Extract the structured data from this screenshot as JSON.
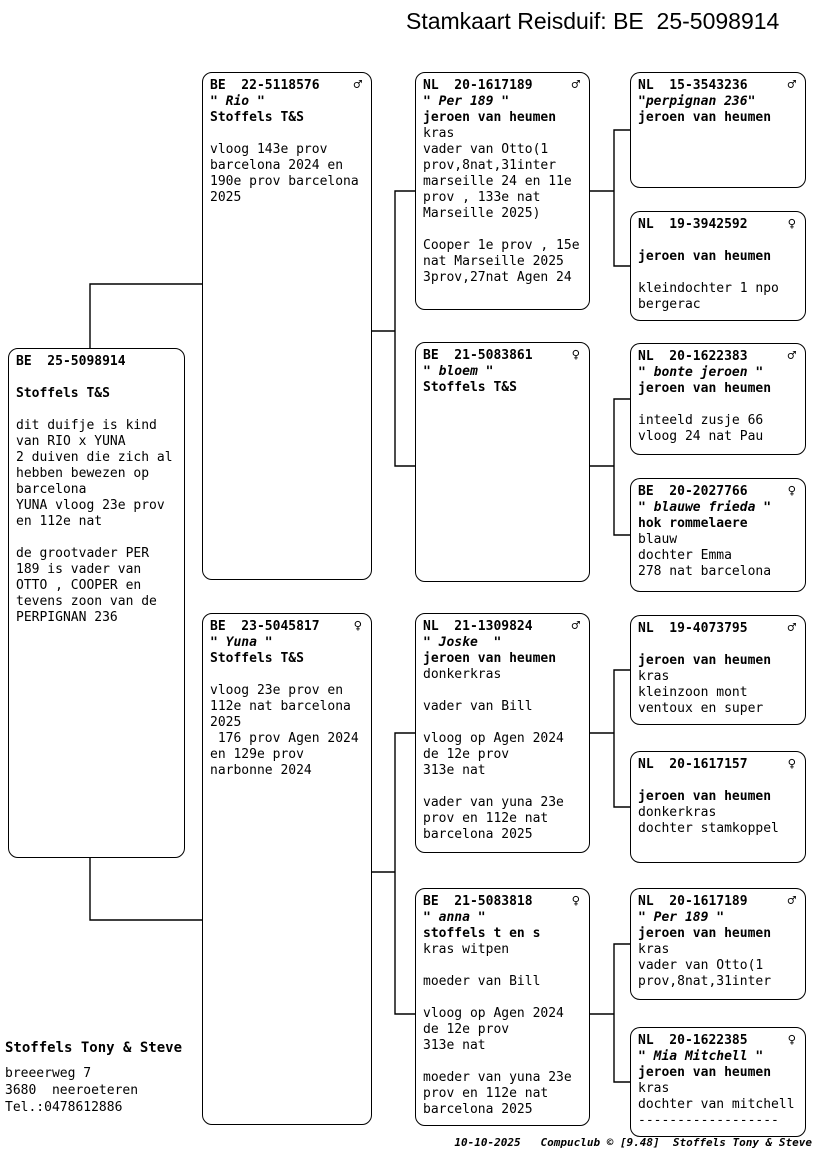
{
  "title": "Stamkaart Reisduif: BE  25-5098914",
  "boxes": [
    {
      "ring": "BE  25-5098914",
      "sex_symbol": "",
      "name": "",
      "owner": "Stoffels T&S",
      "body": "\ndit duifje is kind\nvan RIO x YUNA\n2 duiven die zich al\nhebben bewezen op\nbarcelona\nYUNA vloog 23e prov\nen 112e nat\n\nde grootvader PER\n189 is vader van\nOTTO , COOPER en\ntevens zoon van de\nPERPIGNAN 236"
    },
    {
      "ring": "BE  22-5118576",
      "sex_symbol": "♂",
      "name": "\" Rio \"",
      "owner": "Stoffels T&S",
      "body": "\nvloog 143e prov\nbarcelona 2024 en\n190e prov barcelona\n2025"
    },
    {
      "ring": "BE  23-5045817",
      "sex_symbol": "♀",
      "name": "\" Yuna \"",
      "owner": "Stoffels T&S",
      "body": "\nvloog 23e prov en\n112e nat barcelona\n2025\n 176 prov Agen 2024\nen 129e prov\nnarbonne 2024"
    },
    {
      "ring": "NL  20-1617189",
      "sex_symbol": "♂",
      "name": "\" Per 189 \"",
      "owner": "jeroen van heumen",
      "body": "kras\nvader van Otto(1\nprov,8nat,31inter\nmarseille 24 en 11e\nprov , 133e nat\nMarseille 2025)\n\nCooper 1e prov , 15e\nnat Marseille 2025\n3prov,27nat Agen 24"
    },
    {
      "ring": "BE  21-5083861",
      "sex_symbol": "♀",
      "name": "\" bloem \"",
      "owner": "Stoffels T&S",
      "body": ""
    },
    {
      "ring": "NL  21-1309824",
      "sex_symbol": "♂",
      "name": "\" Joske  \"",
      "owner": "jeroen van heumen",
      "body": "donkerkras\n\nvader van Bill\n\nvloog op Agen 2024\nde 12e prov\n313e nat\n\nvader van yuna 23e\nprov en 112e nat\nbarcelona 2025"
    },
    {
      "ring": "BE  21-5083818",
      "sex_symbol": "♀",
      "name": "\" anna \"",
      "owner": "stoffels t en s",
      "body": "kras witpen\n\nmoeder van Bill\n\nvloog op Agen 2024\nde 12e prov\n313e nat\n\nmoeder van yuna 23e\nprov en 112e nat\nbarcelona 2025"
    },
    {
      "ring": "NL  15-3543236",
      "sex_symbol": "♂",
      "name": "\"perpignan 236\"",
      "owner": "jeroen van heumen",
      "body": ""
    },
    {
      "ring": "NL  19-3942592",
      "sex_symbol": "♀",
      "name": "",
      "owner": "jeroen van heumen",
      "body": "\nkleindochter 1 npo\nbergerac"
    },
    {
      "ring": "NL  20-1622383",
      "sex_symbol": "♂",
      "name": "\" bonte jeroen \"",
      "owner": "jeroen van heumen",
      "body": "\ninteeld zusje 66\nvloog 24 nat Pau"
    },
    {
      "ring": "BE  20-2027766",
      "sex_symbol": "♀",
      "name": "\" blauwe frieda \"",
      "owner": "hok rommelaere",
      "body": "blauw\ndochter Emma\n278 nat barcelona"
    },
    {
      "ring": "NL  19-4073795",
      "sex_symbol": "♂",
      "name": "",
      "owner": "jeroen van heumen",
      "body": "kras\nkleinzoon mont\nventoux en super"
    },
    {
      "ring": "NL  20-1617157",
      "sex_symbol": "♀",
      "name": "",
      "owner": "jeroen van heumen",
      "body": "donkerkras\ndochter stamkoppel"
    },
    {
      "ring": "NL  20-1617189",
      "sex_symbol": "♂",
      "name": "\" Per 189 \"",
      "owner": "jeroen van heumen",
      "body": "kras\nvader van Otto(1\nprov,8nat,31inter"
    },
    {
      "ring": "NL  20-1622385",
      "sex_symbol": "♀",
      "name": "\" Mia Mitchell \"",
      "owner": "jeroen van heumen",
      "body": "kras\ndochter van mitchell\n------------------"
    }
  ],
  "owner_block": {
    "name": "Stoffels Tony & Steve",
    "address_line1": "breeerweg 7",
    "address_line2": "3680  neeroeteren",
    "phone": "Tel.:0478612886"
  },
  "footer": "10-10-2025   Compuclub © [9.48]  Stoffels Tony & Steve",
  "colors": {
    "line": "#000000",
    "background": "#ffffff"
  }
}
